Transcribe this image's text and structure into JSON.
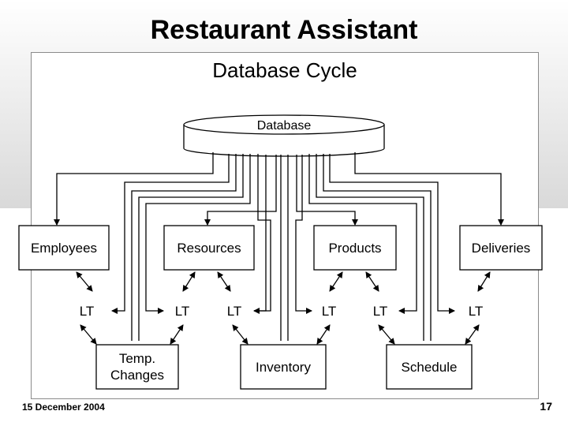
{
  "slide": {
    "title": "Restaurant Assistant",
    "subtitle": "Database Cycle",
    "date": "15 December 2004",
    "page_number": "17"
  },
  "diagram": {
    "database": "Database",
    "entities": {
      "employees": "Employees",
      "resources": "Resources",
      "products": "Products",
      "deliveries": "Deliveries",
      "temp_changes": "Temp.\nChanges",
      "inventory": "Inventory",
      "schedule": "Schedule"
    },
    "lt_label": "LT"
  }
}
